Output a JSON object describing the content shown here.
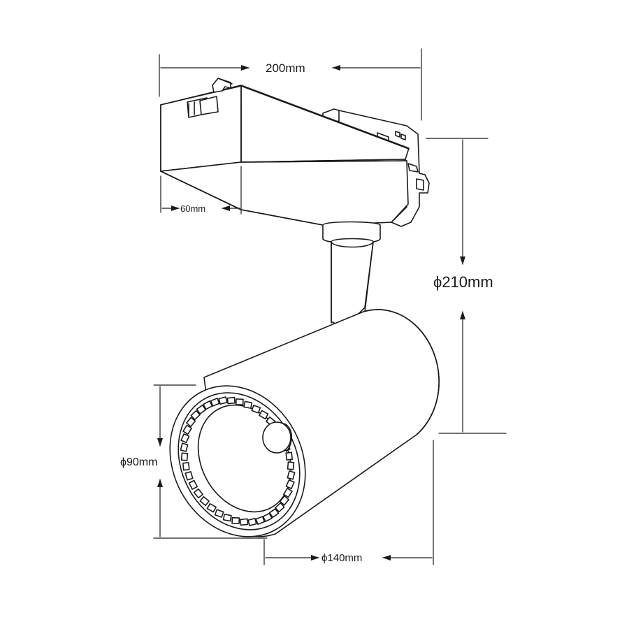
{
  "dimensions": {
    "width": "200mm",
    "adapter_width": "60mm",
    "height": "ϕ210mm",
    "head_diameter": "ϕ90mm",
    "body_length": "ϕ140mm"
  },
  "colors": {
    "line": "#1a1a1a",
    "background": "#ffffff"
  }
}
